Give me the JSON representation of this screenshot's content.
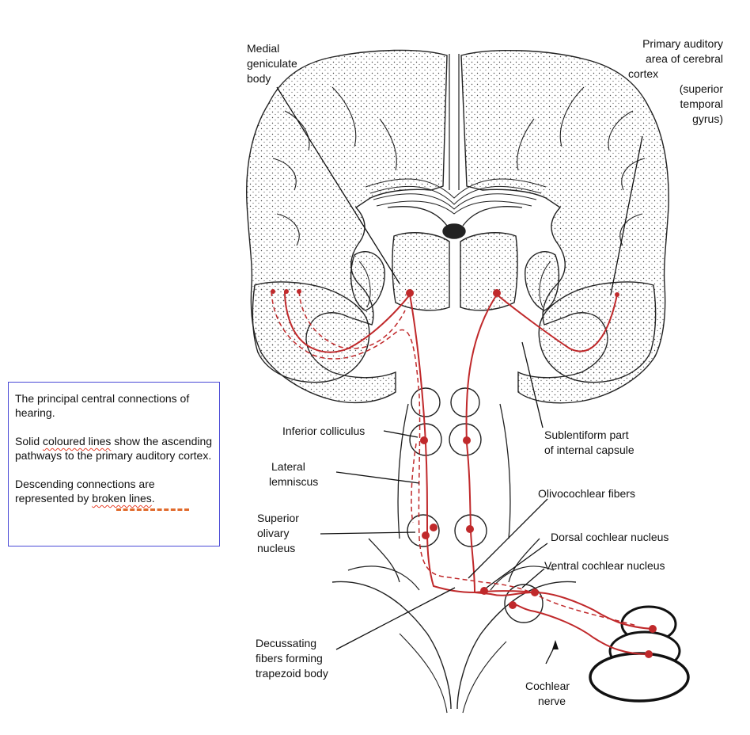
{
  "colors": {
    "pathway": "#c0292b",
    "box_border": "#4a4ad6",
    "underline": "#e8432e",
    "dash": "#e06a2c"
  },
  "info_box": {
    "para1": "The principal central connections of hearing.",
    "para2_prefix": "Solid ",
    "para2_emph": "coloured lines",
    "para2_suffix": " show the ascending pathways to the primary auditory cortex.",
    "para3_prefix": "Descending connections are represented by ",
    "para3_emph": "broken lines",
    "para3_suffix": "."
  },
  "labels": {
    "medial_geniculate": [
      "Medial",
      "geniculate",
      "body"
    ],
    "primary_auditory": [
      "Primary auditory",
      "area of cerebral",
      "cortex",
      "(superior",
      "temporal",
      "gyrus)"
    ],
    "inferior_colliculus": "Inferior colliculus",
    "lateral_lemniscus": [
      "Lateral",
      "lemniscus"
    ],
    "superior_olivary": [
      "Superior",
      "olivary",
      "nucleus"
    ],
    "sublentiform": [
      "Sublentiform part",
      "of internal capsule"
    ],
    "olivocochlear": "Olivocochlear fibers",
    "dorsal_cochlear": "Dorsal cochlear nucleus",
    "ventral_cochlear": "Ventral cochlear nucleus",
    "decussating": [
      "Decussating",
      "fibers forming",
      "trapezoid body"
    ],
    "cochlear_nerve": [
      "Cochlear",
      "nerve"
    ]
  }
}
